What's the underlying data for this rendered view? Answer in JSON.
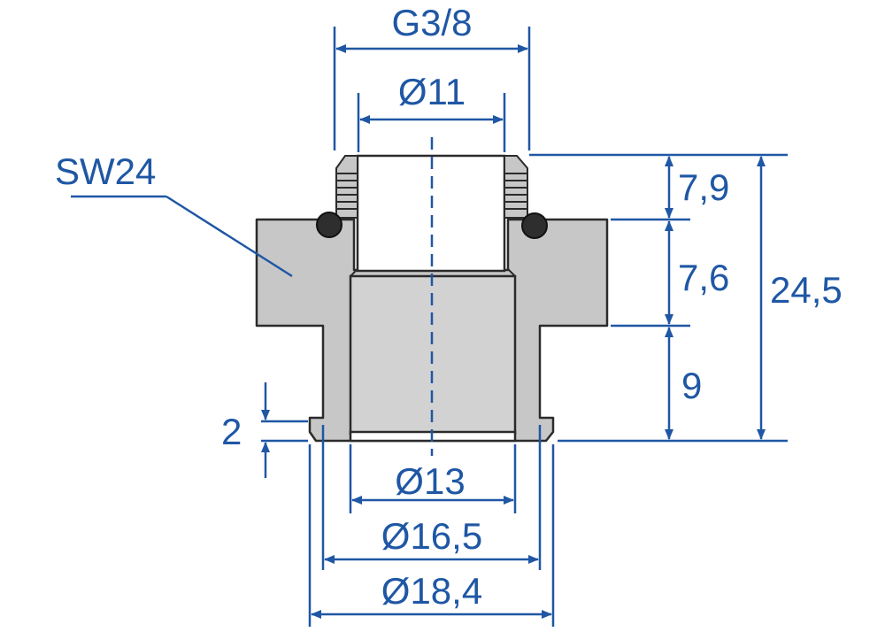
{
  "labels": {
    "thread": "G3/8",
    "bore_top": "Ø11",
    "wrench": "SW24",
    "h1": "7,9",
    "h2": "7,6",
    "h3": "9",
    "total": "24,5",
    "groove": "2",
    "d_bore": "Ø13",
    "d_inner": "Ø16,5",
    "d_outer": "Ø18,4"
  },
  "colors": {
    "dimension": "#1f57a4",
    "body": "#c7c7c7",
    "outline": "#2b2b2b"
  }
}
